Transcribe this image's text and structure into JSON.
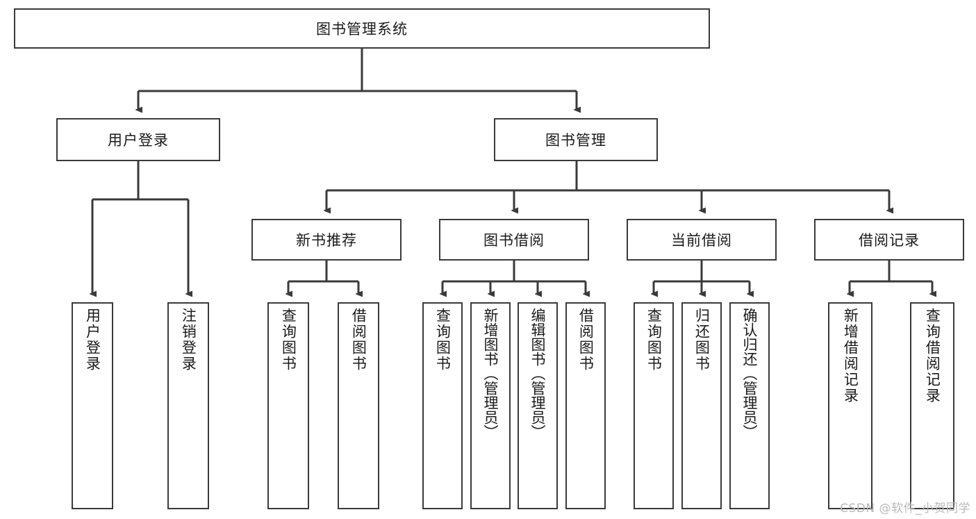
{
  "diagram": {
    "type": "tree-hierarchy",
    "title": "图书管理系统",
    "watermark": "CSDN @软件_小贺同学",
    "colors": {
      "border": "#3a3a3a",
      "background": "#ffffff",
      "text": "#1a1a1a",
      "connector": "#3a3a3a",
      "watermark": "#b9b9b9"
    },
    "root": {
      "label": "图书管理系统"
    },
    "level1": [
      {
        "label": "用户登录"
      },
      {
        "label": "图书管理"
      }
    ],
    "level2": [
      {
        "label": "新书推荐"
      },
      {
        "label": "图书借阅"
      },
      {
        "label": "当前借阅"
      },
      {
        "label": "借阅记录"
      }
    ],
    "leaves": {
      "user_login": [
        {
          "label": "用户登录"
        },
        {
          "label": "注销登录"
        }
      ],
      "new_book_recommend": [
        {
          "label": "查询图书"
        },
        {
          "label": "借阅图书"
        }
      ],
      "book_borrow": [
        {
          "label": "查询图书"
        },
        {
          "label": "新增图书（管理员）"
        },
        {
          "label": "编辑图书（管理员）"
        },
        {
          "label": "借阅图书"
        }
      ],
      "current_borrow": [
        {
          "label": "查询图书"
        },
        {
          "label": "归还图书"
        },
        {
          "label": "确认归还（管理员）"
        }
      ],
      "borrow_record": [
        {
          "label": "新增借阅记录"
        },
        {
          "label": "查询借阅记录"
        }
      ]
    }
  }
}
